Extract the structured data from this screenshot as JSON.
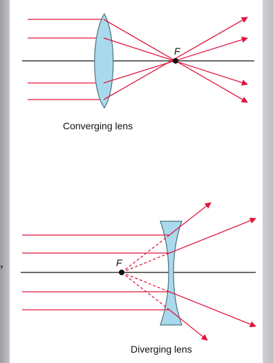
{
  "converging": {
    "caption": "Converging lens",
    "focal_label": "F"
  },
  "diverging": {
    "caption": "Diverging lens",
    "focal_label": "F"
  },
  "colors": {
    "ray": "#e0143c",
    "lens_fill": "#a9d9ec",
    "lens_stroke": "#4a6f7d",
    "axis": "#111111"
  },
  "margin_mark": ","
}
